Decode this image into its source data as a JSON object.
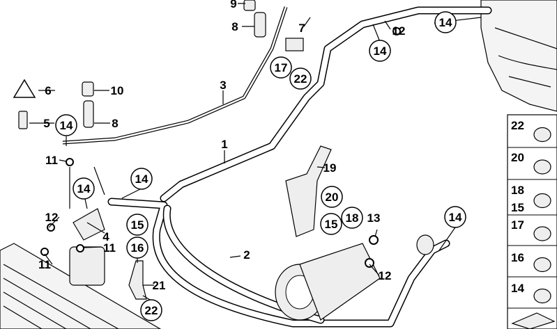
{
  "diagram": {
    "callouts": [
      {
        "text": "9",
        "circled": false
      },
      {
        "text": "8",
        "circled": false
      },
      {
        "text": "7",
        "circled": false
      },
      {
        "text": "12",
        "circled": false
      },
      {
        "text": "14",
        "circled": true
      },
      {
        "text": "14",
        "circled": true
      },
      {
        "text": "17",
        "circled": true
      },
      {
        "text": "22",
        "circled": true
      },
      {
        "text": "6",
        "circled": false
      },
      {
        "text": "10",
        "circled": false
      },
      {
        "text": "3",
        "circled": false
      },
      {
        "text": "5",
        "circled": false
      },
      {
        "text": "8",
        "circled": false
      },
      {
        "text": "14",
        "circled": true
      },
      {
        "text": "1",
        "circled": false
      },
      {
        "text": "11",
        "circled": false
      },
      {
        "text": "19",
        "circled": false
      },
      {
        "text": "14",
        "circled": true
      },
      {
        "text": "14",
        "circled": true
      },
      {
        "text": "20",
        "circled": true
      },
      {
        "text": "12",
        "circled": false
      },
      {
        "text": "4",
        "circled": false
      },
      {
        "text": "11",
        "circled": false
      },
      {
        "text": "15",
        "circled": true
      },
      {
        "text": "16",
        "circled": true
      },
      {
        "text": "15",
        "circled": true
      },
      {
        "text": "18",
        "circled": true
      },
      {
        "text": "13",
        "circled": false
      },
      {
        "text": "14",
        "circled": true
      },
      {
        "text": "2",
        "circled": false
      },
      {
        "text": "11",
        "circled": false
      },
      {
        "text": "12",
        "circled": false
      },
      {
        "text": "21",
        "circled": false
      },
      {
        "text": "22",
        "circled": true
      }
    ],
    "legend": [
      "22",
      "20",
      "18",
      "15",
      "17",
      "16",
      "14"
    ]
  }
}
